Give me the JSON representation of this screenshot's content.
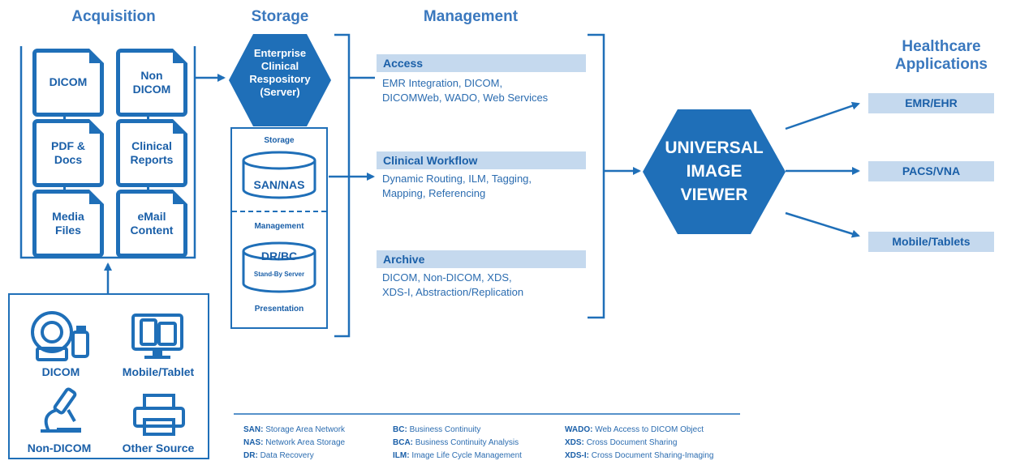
{
  "headers": {
    "acquisition": "Acquisition",
    "storage": "Storage",
    "management": "Management",
    "healthcare_line1": "Healthcare",
    "healthcare_line2": "Applications"
  },
  "acquisition_docs": [
    {
      "label": "DICOM"
    },
    {
      "label": "Non\nDICOM"
    },
    {
      "label": "PDF &\nDocs"
    },
    {
      "label": "Clinical\nReports"
    },
    {
      "label": "Media\nFiles"
    },
    {
      "label": "eMail\nContent"
    }
  ],
  "sources": {
    "dicom": "DICOM",
    "mobile": "Mobile/Tablet",
    "non_dicom": "Non-DICOM",
    "other": "Other Source"
  },
  "storage": {
    "server_label": "Enterprise\nClinical\nRespository\n(Server)",
    "storage_label": "Storage",
    "san_nas": "SAN/NAS",
    "management_label": "Management",
    "dr_bc": "DR/BC",
    "standby": "Stand-By Server",
    "presentation_label": "Presentation"
  },
  "management": [
    {
      "title": "Access",
      "text": "EMR Integration, DICOM,\nDICOMWeb, WADO, Web Services"
    },
    {
      "title": "Clinical Workflow",
      "text": "Dynamic Routing, ILM, Tagging,\nMapping, Referencing"
    },
    {
      "title": "Archive",
      "text": "DICOM, Non-DICOM, XDS,\nXDS-I, Abstraction/Replication"
    }
  ],
  "viewer": {
    "label": "UNIVERSAL\nIMAGE\nVIEWER"
  },
  "applications": [
    "EMR/EHR",
    "PACS/VNA",
    "Mobile/Tablets"
  ],
  "legend": [
    [
      {
        "abbr": "SAN:",
        "def": "Storage Area Network"
      },
      {
        "abbr": "NAS:",
        "def": "Network Area Storage"
      },
      {
        "abbr": "DR:",
        "def": "Data Recovery"
      }
    ],
    [
      {
        "abbr": "BC:",
        "def": "Business Continuity"
      },
      {
        "abbr": "BCA:",
        "def": "Business Continuity Analysis"
      },
      {
        "abbr": "ILM:",
        "def": "Image Life Cycle Management"
      }
    ],
    [
      {
        "abbr": "WADO:",
        "def": "Web Access to DICOM Object"
      },
      {
        "abbr": "XDS:",
        "def": "Cross Document Sharing"
      },
      {
        "abbr": "XDS-I:",
        "def": "Cross Document Sharing-Imaging"
      }
    ]
  ],
  "colors": {
    "primary": "#1f6fb8",
    "bar": "#c5d9ee",
    "header": "#3a78be"
  }
}
